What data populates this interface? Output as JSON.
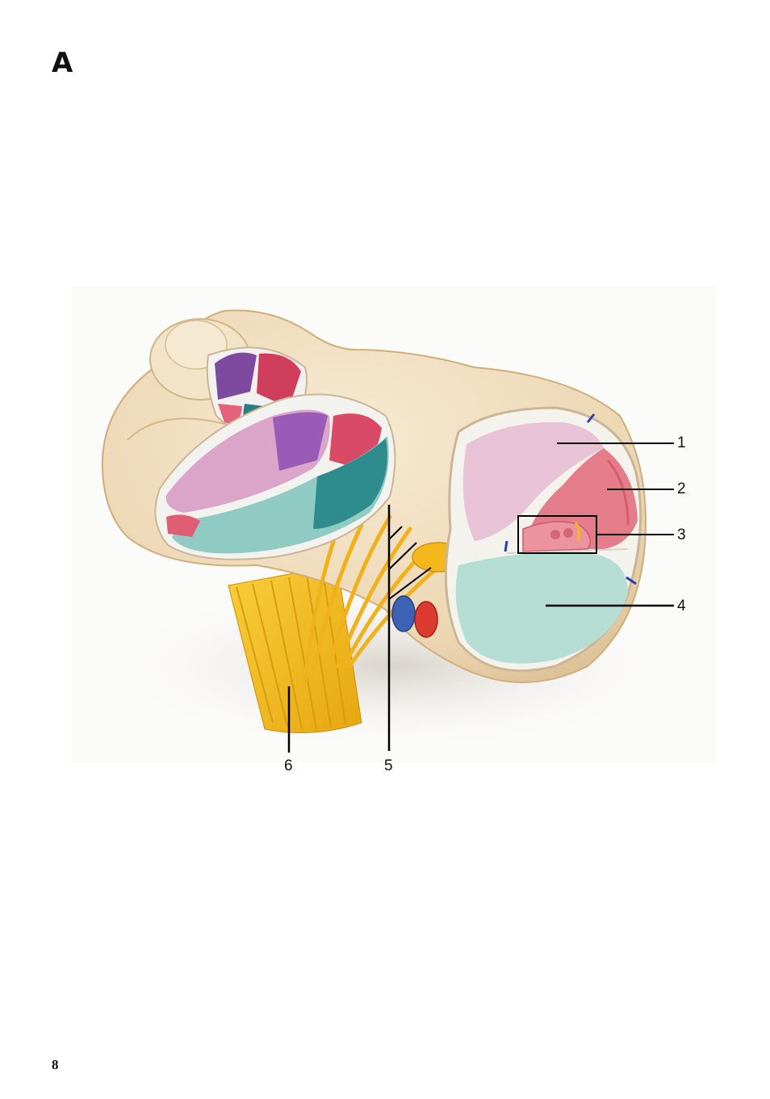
{
  "page": {
    "figure_letter": "A",
    "page_number": "8"
  },
  "callouts": {
    "c1": "1",
    "c2": "2",
    "c3": "3",
    "c4": "4",
    "c5": "5",
    "c6": "6"
  },
  "colors": {
    "bone": "#efdcbd",
    "scala_vestibuli": "#e8c3d6",
    "scala_media": "#e47d89",
    "scala_tympani": "#8fcbc2",
    "nerve": "#f2bb1e",
    "purple_duct": "#9a5bb8",
    "teal_duct": "#2f8c8d",
    "vein": "#3e62b6",
    "artery": "#dc3b30"
  }
}
